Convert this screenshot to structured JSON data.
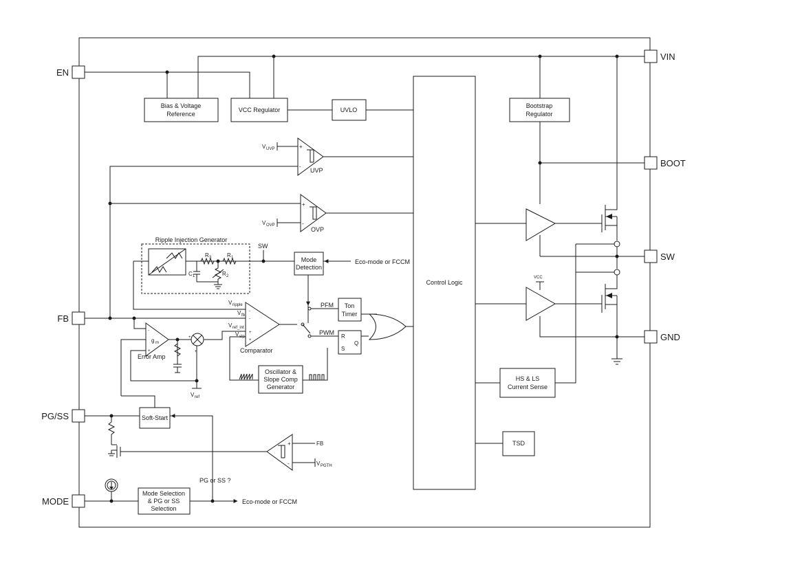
{
  "pins": {
    "en": "EN",
    "vin": "VIN",
    "boot": "BOOT",
    "sw": "SW",
    "gnd": "GND",
    "fb": "FB",
    "pg_ss": "PG/SS",
    "mode": "MODE"
  },
  "blocks": {
    "bias_line1": "Bias & Voltage",
    "bias_line2": "Reference",
    "vcc_regulator": "VCC Regulator",
    "uvlo": "UVLO",
    "bootstrap_line1": "Bootstrap",
    "bootstrap_line2": "Regulator",
    "control_logic": "Control Logic",
    "mode_det_line1": "Mode",
    "mode_det_line2": "Detection",
    "ton_line1": "Ton",
    "ton_line2": "Timer",
    "osc_line1": "Oscillator &",
    "osc_line2": "Slope Comp",
    "osc_line3": "Generator",
    "hsls_line1": "HS & LS",
    "hsls_line2": "Current Sense",
    "tsd": "TSD",
    "soft_start": "Soft-Start",
    "modesel_line1": "Mode Selection",
    "modesel_line2": "& PG or SS",
    "modesel_line3": "Selection",
    "ripple_gen": "Ripple Injection Generator"
  },
  "labels": {
    "uvp": "UVP",
    "ovp": "OVP",
    "v_uvp_main": "V",
    "v_uvp_sub": "UVP",
    "v_ovp_main": "V",
    "v_ovp_sub": "OVP",
    "sw_node": "SW",
    "eco_fccm_1": "Eco-mode or FCCM",
    "eco_fccm_2": "Eco-mode or FCCM",
    "pfm": "PFM",
    "pwm": "PWM",
    "comparator": "Comparator",
    "error_amp": "Error Amp",
    "gm_main": "g",
    "gm_sub": "m",
    "v_ripple_main": "V",
    "v_ripple_sub": "ripple",
    "v_fb_main": "V",
    "v_fb_sub": "fb",
    "v_refint_main": "V",
    "v_refint_sub": "ref_int",
    "v_slp_main": "V",
    "v_slp_sub": "slp",
    "v_ref_main": "V",
    "v_ref_sub": "ref",
    "vcc": "VCC",
    "fb_in": "FB",
    "v_pgth_main": "V",
    "v_pgth_sub": "PGTH",
    "pg_or_ss": "PG or SS ?",
    "r3_main": "R",
    "r3_sub": "3",
    "r1_main": "R",
    "r1_sub": "1",
    "r2_main": "R",
    "r2_sub": "2",
    "c1_main": "C",
    "c1_sub": "1",
    "ff_r": "R",
    "ff_s": "S",
    "ff_q": "Q",
    "plus": "+",
    "minus": "-"
  }
}
